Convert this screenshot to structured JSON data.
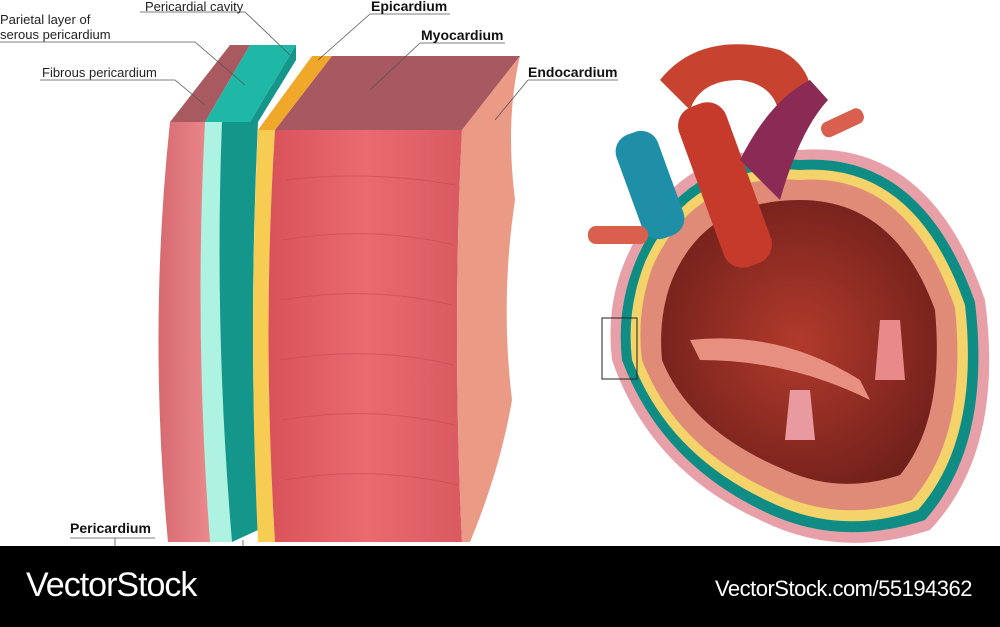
{
  "labels": {
    "pericardial_cavity": "Pericardial cavity",
    "parietal_layer": "Parietal layer of serous pericardium",
    "parietal_line1": "Parietal layer of",
    "parietal_line2": "serous pericardium",
    "fibrous_pericardium": "Fibrous pericardium",
    "epicardium": "Epicardium",
    "myocardium": "Myocardium",
    "endocardium": "Endocardium",
    "pericardium": "Pericardium"
  },
  "colors": {
    "fibrous": "#e0767a",
    "serous_light": "#a8f0e0",
    "serous_teal": "#14968a",
    "epicardium": "#f5c84a",
    "myocardium": "#e35f66",
    "endocardium": "#eb9a85",
    "top_face": "#a85a60"
  },
  "footer": {
    "brand": "VectorStock",
    "reference": "VectorStock.com/55194362"
  }
}
